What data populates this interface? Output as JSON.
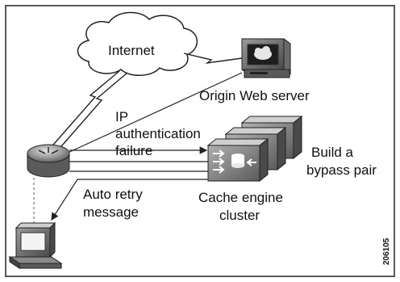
{
  "labels": {
    "internet": "Internet",
    "origin_server": "Origin Web server",
    "ip_auth_line1": "IP",
    "ip_auth_line2": "authentication",
    "ip_auth_line3": "failure",
    "bypass_line1": "Build a",
    "bypass_line2": "bypass pair",
    "auto_retry_line1": "Auto retry",
    "auto_retry_line2": "message",
    "cache_line1": "Cache engine",
    "cache_line2": "cluster"
  },
  "figure_id": "206105",
  "icons": [
    "cloud-icon",
    "web-server-icon",
    "router-icon",
    "client-pc-icon",
    "cache-engine-icon"
  ]
}
